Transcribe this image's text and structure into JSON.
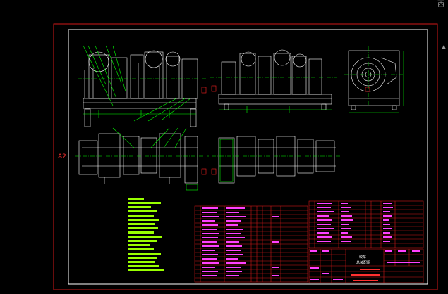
{
  "viewer": {
    "corner_glyph": "西",
    "scroll_glyph": "▲"
  },
  "drawing": {
    "sheet_size_label": "A2",
    "colors": {
      "background": "#000000",
      "frame": "#d01818",
      "border": "#ffffff",
      "geometry": "#ffffff",
      "centerline": "#00ff00",
      "dimension": "#00ff00",
      "notes": "#99ff00",
      "table_lines": "#d01818",
      "table_text": "#ff40ff",
      "accent": "#ff2020"
    },
    "title_block": {
      "name_line1": "绞车",
      "name_line2": "总装配图"
    }
  }
}
